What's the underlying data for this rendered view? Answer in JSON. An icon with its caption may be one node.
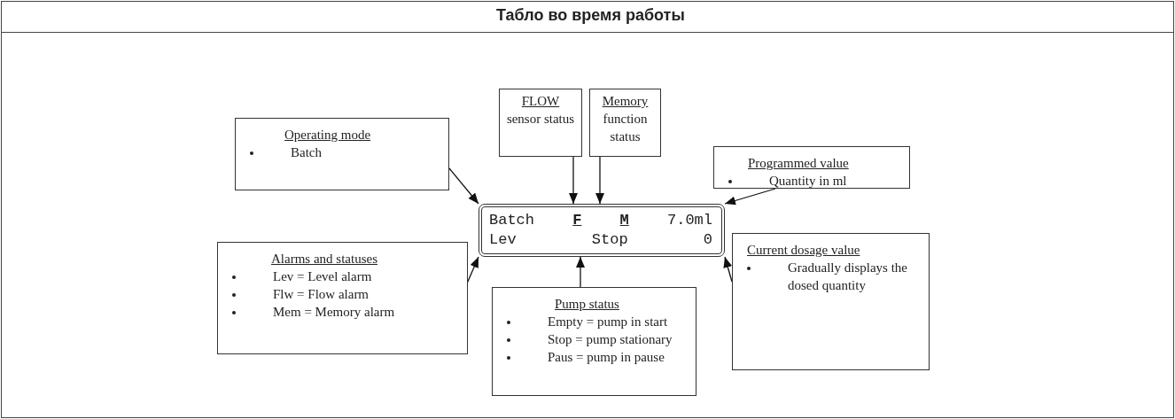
{
  "diagram": {
    "title": "Табло во время работы",
    "nodes": [
      {
        "text": [
          "Operating mode",
          "Batch"
        ]
      },
      {
        "text": [
          "FLOW",
          "sensor status"
        ]
      },
      {
        "text": [
          "Memory",
          "function status"
        ]
      },
      {
        "text": [
          "Programmed value",
          "Quantity in ml"
        ]
      },
      {
        "text": [
          "Batch **F** **M** 7.0ml",
          "Lev Stop 0"
        ]
      },
      {
        "text": [
          "Alarms and statuses",
          "Lev = Level alarm",
          "Flw = Flow alarm",
          "Mem = Memory alarm"
        ]
      },
      {
        "text": [
          "Pump status",
          "Empty = pump in start",
          "Stop = pump stationary",
          "Paus = pump in pause"
        ]
      },
      {
        "text": [
          "Current dosage value",
          "Gradually displays the dosed quantity"
        ]
      }
    ],
    "edges": [
      {
        "from": 0,
        "to": 4,
        "arrow": "to"
      },
      {
        "from": 1,
        "to": 4,
        "arrow": "to"
      },
      {
        "from": 2,
        "to": 4,
        "arrow": "to"
      },
      {
        "from": 3,
        "to": 4,
        "arrow": "to"
      },
      {
        "from": 5,
        "to": 4,
        "arrow": "to"
      },
      {
        "from": 6,
        "to": 4,
        "arrow": "to"
      },
      {
        "from": 7,
        "to": 4,
        "arrow": "to"
      }
    ]
  }
}
